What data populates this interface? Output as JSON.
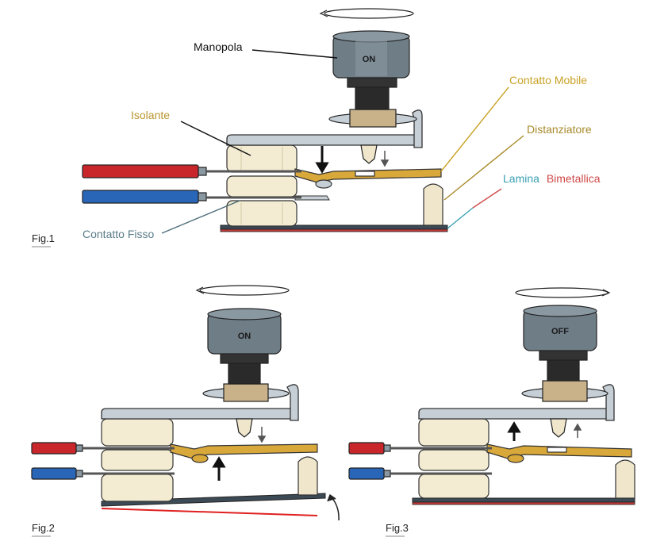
{
  "labels": {
    "knob": "Manopola",
    "insulator": "Isolante",
    "fixed_contact": "Contatto Fisso",
    "moving_contact": "Contatto Mobile",
    "spacer": "Distanziatore",
    "bimetal_word1": "Lamina",
    "bimetal_word2": "Bimetallica"
  },
  "figures": {
    "fig1": {
      "caption": "Fig.1",
      "knob_text": "ON"
    },
    "fig2": {
      "caption": "Fig.2",
      "knob_text": "ON"
    },
    "fig3": {
      "caption": "Fig.3",
      "knob_text": "OFF"
    }
  },
  "colors": {
    "isolante_label": "#b8962e",
    "contatto_mobile_label": "#c9a227",
    "distanziatore_label": "#a88a2a",
    "contatto_fisso_label": "#5b7b88",
    "lamina_label": "#3aa0b3",
    "bimetallica_label": "#d04848",
    "wire_red": "#c8262b",
    "wire_blue": "#2a66b8",
    "knob_body": "#6f7d87",
    "brass": "#d9a83a",
    "insulator": "#f3ecd2",
    "metal": "#c6cfd6"
  }
}
